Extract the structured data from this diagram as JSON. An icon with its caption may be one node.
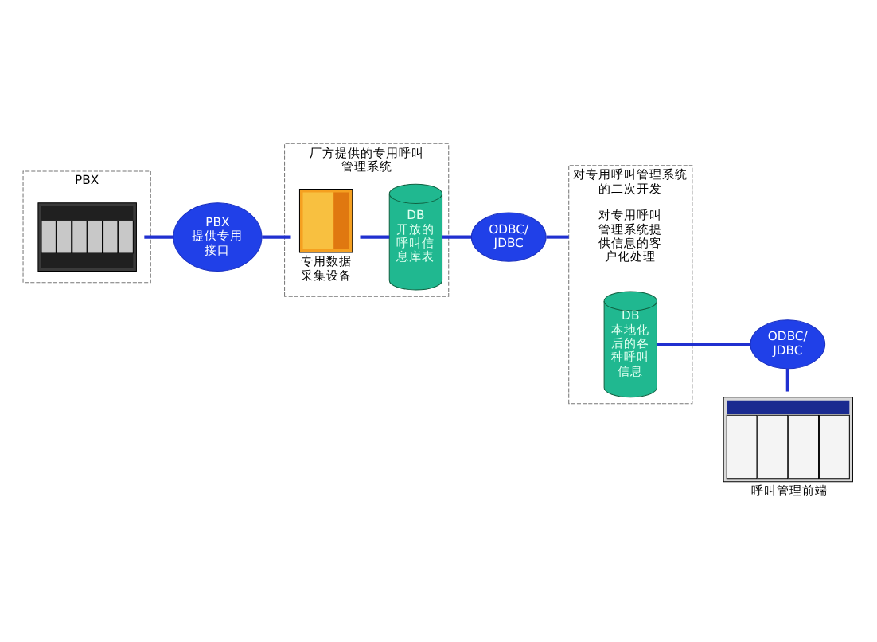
{
  "diagram": {
    "nodes": [
      {
        "text": [
          "PBX"
        ]
      },
      {
        "text": [],
        "shape": "picture",
        "in": 0
      },
      {
        "text": [
          "PBX 提供专用接口"
        ]
      },
      {
        "text": [
          "厂方提供的专用呼叫管理系统"
        ]
      },
      {
        "text": [],
        "shape": "picture",
        "in": 3,
        "beside": [
          "专用数据采集设备"
        ]
      },
      {
        "text": [
          "DB",
          "开放的呼叫信息库表"
        ],
        "in": 3
      },
      {
        "text": [
          "ODBC/ JDBC"
        ]
      },
      {
        "text": [
          "对专用呼叫管理系统的二次开发"
        ]
      },
      {
        "text": [
          "对专用呼叫管理系统提供信息的客户化处理"
        ],
        "in": 7
      },
      {
        "text": [
          "DB",
          "本地化后的各种呼叫信息"
        ],
        "in": 7
      },
      {
        "text": [
          "ODBC/ JDBC"
        ]
      },
      {
        "text": [],
        "shape": "picture",
        "beside": [
          "呼叫管理前端"
        ]
      }
    ],
    "edges": [
      {
        "from": 1,
        "to": 2,
        "arrow": "none"
      },
      {
        "from": 2,
        "to": 4,
        "arrow": "none"
      },
      {
        "from": 4,
        "to": 5,
        "arrow": "none"
      },
      {
        "from": 5,
        "to": 6,
        "arrow": "none"
      },
      {
        "from": 6,
        "to": 7,
        "arrow": "none"
      },
      {
        "from": 9,
        "to": 10,
        "arrow": "none"
      },
      {
        "from": 10,
        "to": 11,
        "arrow": "none"
      }
    ]
  }
}
